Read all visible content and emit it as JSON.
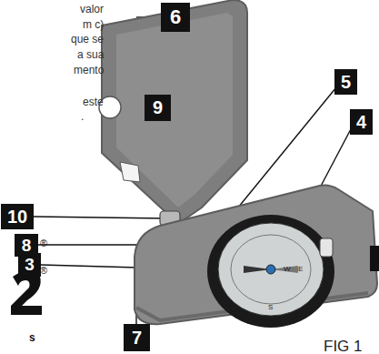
{
  "diagram": {
    "nodes": [
      {
        "text": [
          "6"
        ]
      },
      {
        "text": [
          "5"
        ]
      },
      {
        "text": [
          "9"
        ]
      },
      {
        "text": [
          "4"
        ]
      },
      {
        "text": [
          "10"
        ]
      },
      {
        "text": [
          "8"
        ]
      },
      {
        "text": [
          "3"
        ]
      },
      {
        "text": [
          "7"
        ]
      }
    ],
    "labels": [
      "valor",
      "m c)",
      "que se",
      "a sua",
      "mento",
      "este",
      ".",
      "W",
      "E",
      "S",
      "®",
      "®",
      "s",
      "FIG 1"
    ]
  }
}
